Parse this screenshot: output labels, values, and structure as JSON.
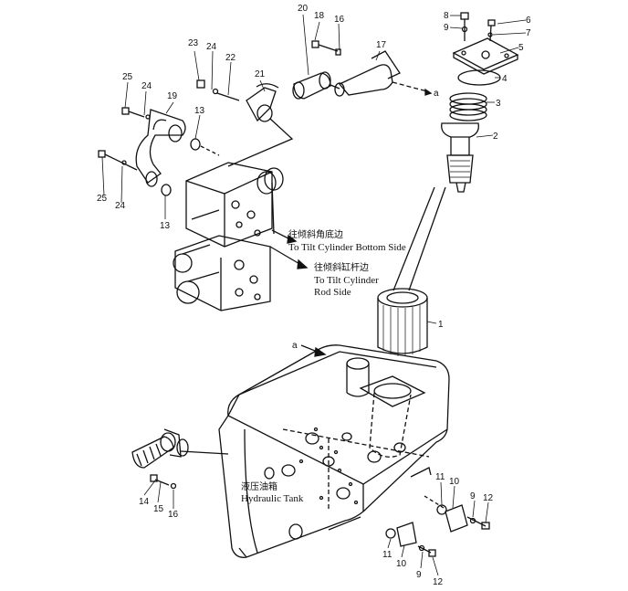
{
  "callouts": {
    "c1": "1",
    "c2": "2",
    "c3": "3",
    "c4": "4",
    "c5": "5",
    "c6": "6",
    "c7": "7",
    "c8": "8",
    "c9_top": "9",
    "c9_a": "9",
    "c9_b": "9",
    "c10_a": "10",
    "c10_b": "10",
    "c11_a": "11",
    "c11_b": "11",
    "c12_a": "12",
    "c12_b": "12",
    "c13_a": "13",
    "c13_b": "13",
    "c14": "14",
    "c15": "15",
    "c16_a": "16",
    "c16_b": "16",
    "c17": "17",
    "c18": "18",
    "c19": "19",
    "c20": "20",
    "c21": "21",
    "c22": "22",
    "c23": "23",
    "c24_a": "24",
    "c24_b": "24",
    "c24_c": "24",
    "c25_a": "25",
    "c25_b": "25",
    "a_top": "a",
    "a_tank": "a"
  },
  "notes": {
    "tilt_bottom_zh": "往倾斜角底边",
    "tilt_bottom_en": "To Tilt Cylinder Bottom Side",
    "tilt_rod_zh": "往倾斜缸杆边",
    "tilt_rod_en1": "To Tilt Cylinder",
    "tilt_rod_en2": "Rod Side",
    "tank_zh": "液压油箱",
    "tank_en": "Hydraulic Tank"
  }
}
